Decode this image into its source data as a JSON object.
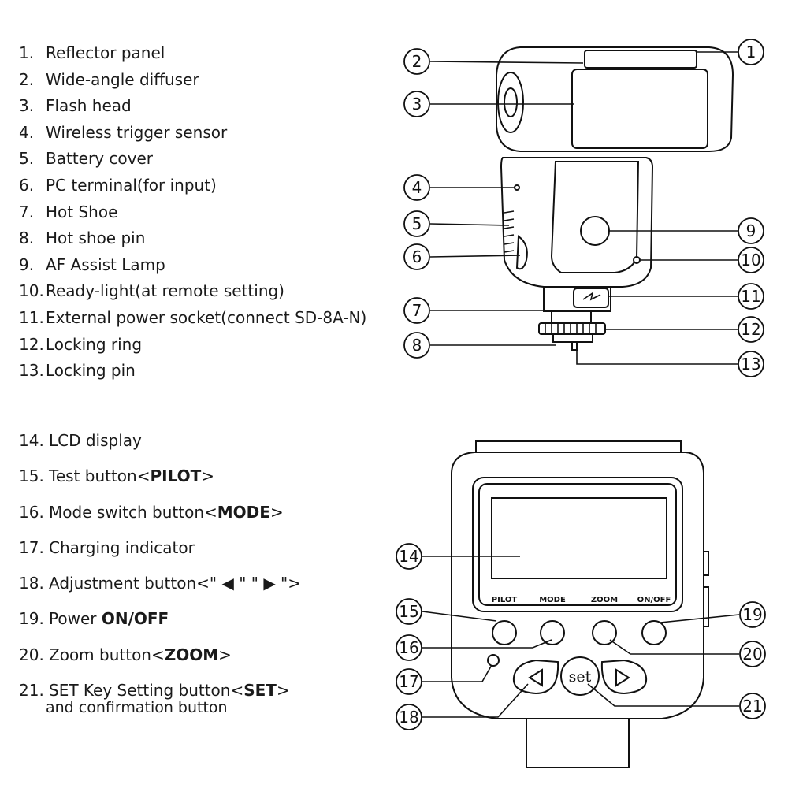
{
  "parts_top": [
    {
      "num": "1.",
      "label": "Reflector panel"
    },
    {
      "num": "2.",
      "label": "Wide-angle diffuser"
    },
    {
      "num": "3.",
      "label": "Flash head"
    },
    {
      "num": "4.",
      "label": "Wireless trigger sensor"
    },
    {
      "num": "5.",
      "label": "Battery cover"
    },
    {
      "num": "6.",
      "label": "PC terminal(for input)"
    },
    {
      "num": "7.",
      "label": "Hot Shoe"
    },
    {
      "num": "8.",
      "label": "Hot shoe  pin"
    },
    {
      "num": "9.",
      "label": "AF Assist Lamp"
    },
    {
      "num": "10.",
      "label": "Ready-light(at remote setting)"
    },
    {
      "num": "11.",
      "label": "External power socket(connect SD-8A-N)"
    },
    {
      "num": "12.",
      "label": "Locking ring"
    },
    {
      "num": "13.",
      "label": "Locking pin"
    }
  ],
  "parts_bottom": [
    {
      "num": "14.",
      "pre": "LCD display",
      "strong": "",
      "post": ""
    },
    {
      "num": "15.",
      "pre": "Test button<",
      "strong": "PILOT",
      "post": ">"
    },
    {
      "num": "16.",
      "pre": "Mode switch button<",
      "strong": "MODE",
      "post": ">"
    },
    {
      "num": "17.",
      "pre": "Charging indicator",
      "strong": "",
      "post": ""
    },
    {
      "num": "18.",
      "pre": "Adjustment button<\" ◀ \" \" ▶ \">",
      "strong": "",
      "post": ""
    },
    {
      "num": "19.",
      "pre": "Power ",
      "strong": "ON/OFF",
      "post": ""
    },
    {
      "num": "20.",
      "pre": "Zoom button<",
      "strong": "ZOOM",
      "post": ">"
    },
    {
      "num": "21.",
      "pre": "SET Key Setting button<",
      "strong": "SET",
      "post": ">",
      "sub": "and confirmation button"
    }
  ],
  "callouts_top": [
    "1",
    "2",
    "3",
    "4",
    "5",
    "6",
    "7",
    "8",
    "9",
    "10",
    "11",
    "12",
    "13"
  ],
  "callouts_bottom": [
    "14",
    "15",
    "16",
    "17",
    "18",
    "19",
    "20",
    "21"
  ],
  "panel_buttons": {
    "pilot": "PILOT",
    "mode": "MODE",
    "zoom": "ZOOM",
    "onoff": "ON/OFF",
    "set": "set"
  }
}
